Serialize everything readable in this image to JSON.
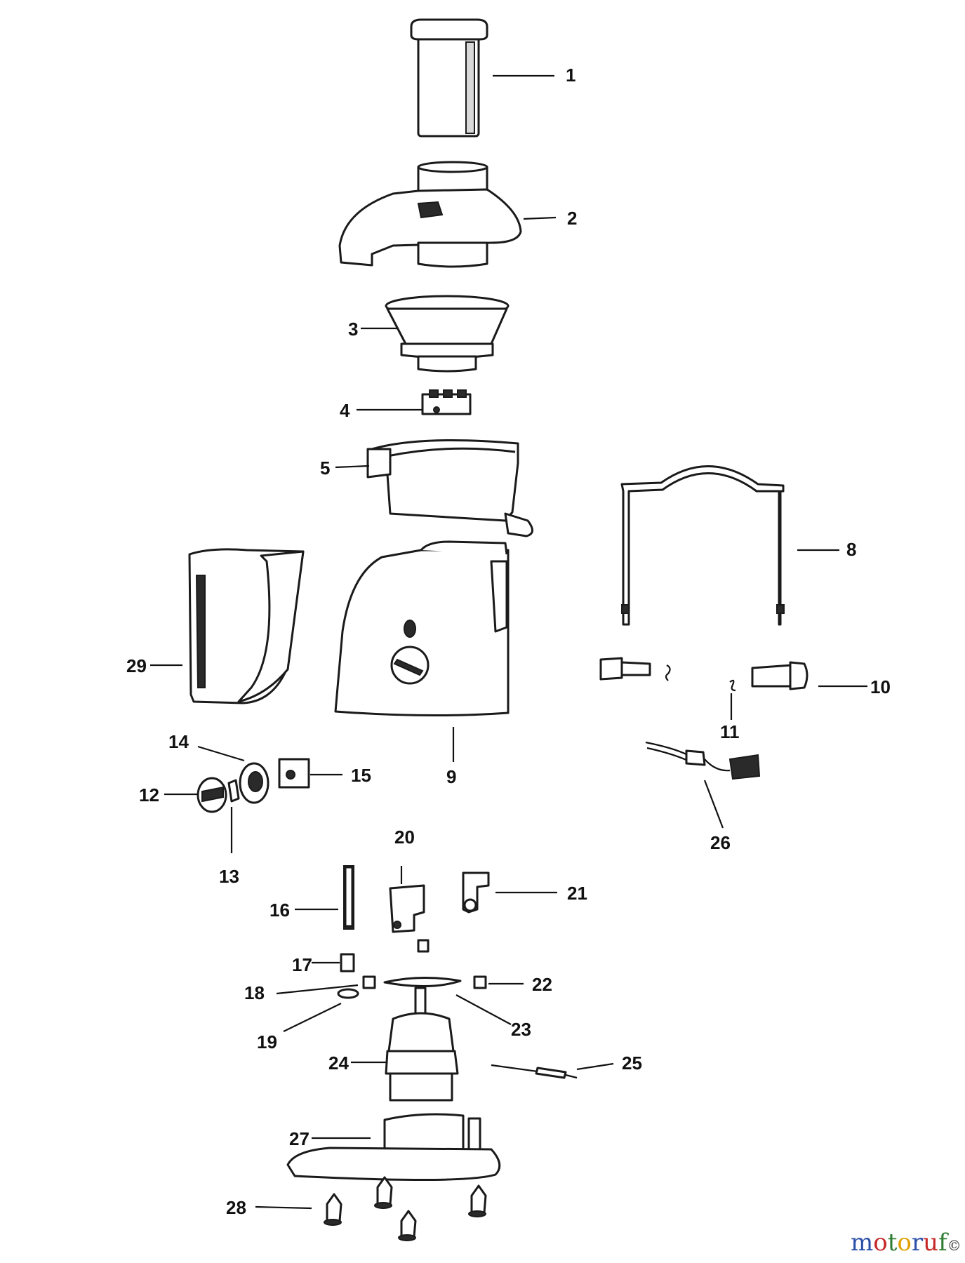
{
  "callouts": [
    {
      "n": "1"
    },
    {
      "n": "2"
    },
    {
      "n": "3"
    },
    {
      "n": "4"
    },
    {
      "n": "5"
    },
    {
      "n": "8"
    },
    {
      "n": "9"
    },
    {
      "n": "10"
    },
    {
      "n": "11"
    },
    {
      "n": "12"
    },
    {
      "n": "13"
    },
    {
      "n": "14"
    },
    {
      "n": "15"
    },
    {
      "n": "16"
    },
    {
      "n": "17"
    },
    {
      "n": "18"
    },
    {
      "n": "19"
    },
    {
      "n": "20"
    },
    {
      "n": "21"
    },
    {
      "n": "22"
    },
    {
      "n": "23"
    },
    {
      "n": "24"
    },
    {
      "n": "25"
    },
    {
      "n": "26"
    },
    {
      "n": "27"
    },
    {
      "n": "28"
    },
    {
      "n": "29"
    }
  ],
  "watermark": {
    "letters": [
      "m",
      "o",
      "t",
      "o",
      "r",
      "u",
      "f"
    ],
    "colors": [
      "#2b4fa8",
      "#c62828",
      "#2e7d32",
      "#e0a100",
      "#2b4fa8",
      "#c62828",
      "#2e7d32"
    ],
    "suffix": "©"
  },
  "line_color": "#111111"
}
